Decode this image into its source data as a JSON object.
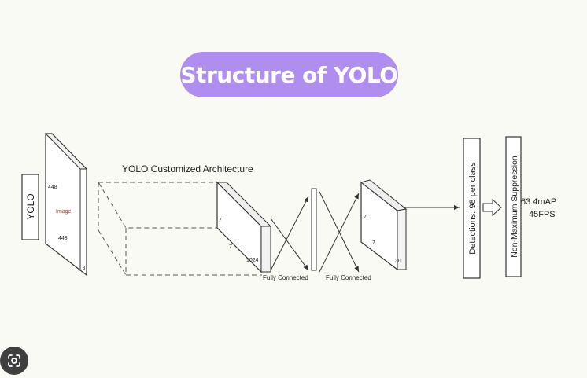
{
  "title": "Structure of YOLO",
  "yolo_label": "YOLO",
  "arch_label": "YOLO Customized Architecture",
  "input": {
    "size_top": "448",
    "name": "Image",
    "size_bottom": "448",
    "depth": "3"
  },
  "block1": {
    "dim_a": "7",
    "dim_b": "7",
    "depth": "1024"
  },
  "block2": {
    "dim_a": "7",
    "dim_b": "7",
    "depth": "30"
  },
  "fc_labels": [
    "Fully Connected",
    "Fully Connected"
  ],
  "detections_label": "Detections: 98 per class",
  "nms_label": "Non-Maximum Suppression",
  "result": {
    "map": "63.4mAP",
    "fps": "45FPS"
  },
  "colors": {
    "pill": "#b08ef0",
    "background": "#fafaf5",
    "stroke": "#333333"
  },
  "icons": {
    "lens": "google-lens-icon"
  }
}
